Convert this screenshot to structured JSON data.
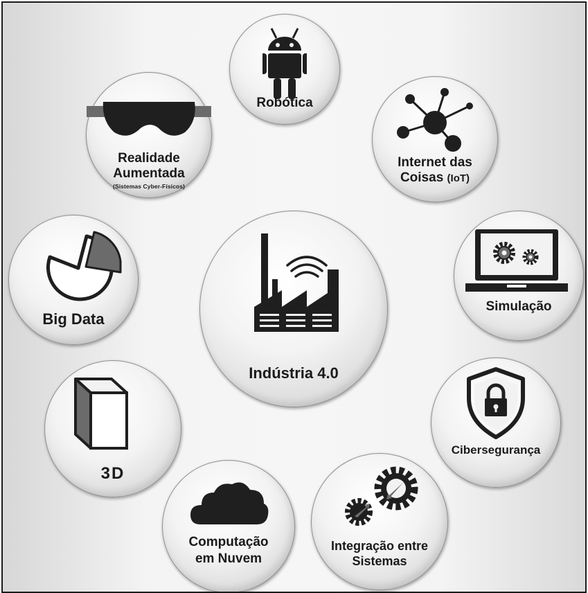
{
  "center": {
    "label": "Indústria 4.0"
  },
  "nodes": {
    "robotica": {
      "label": "Robótica"
    },
    "realidade": {
      "line1": "Realidade",
      "line2": "Aumentada",
      "line3": "(Sistemas Cyber-Físicos)"
    },
    "iot": {
      "line1": "Internet das",
      "line2": "Coisas",
      "line2_suffix": "(IoT)"
    },
    "bigdata": {
      "label": "Big Data"
    },
    "simulacao": {
      "label": "Simulação"
    },
    "tresd": {
      "label": "3D"
    },
    "ciber": {
      "label": "Cibersegurança"
    },
    "nuvem": {
      "line1": "Computação",
      "line2": "em Nuvem"
    },
    "integracao": {
      "line1": "Integração entre",
      "line2": "Sistemas"
    }
  },
  "icons": {
    "robotica": "android-robot-icon",
    "realidade": "vr-headset-icon",
    "iot": "network-nodes-icon",
    "bigdata": "pie-chart-icon",
    "simulacao": "laptop-gears-icon",
    "tresd": "cube-icon",
    "ciber": "shield-lock-icon",
    "nuvem": "cloud-icon",
    "integracao": "gears-arrows-icon",
    "center": "factory-wifi-icon"
  },
  "colors": {
    "icon": "#1f1f1f",
    "accent_gray": "#6b6b6b",
    "border": "#1a1a1a"
  }
}
